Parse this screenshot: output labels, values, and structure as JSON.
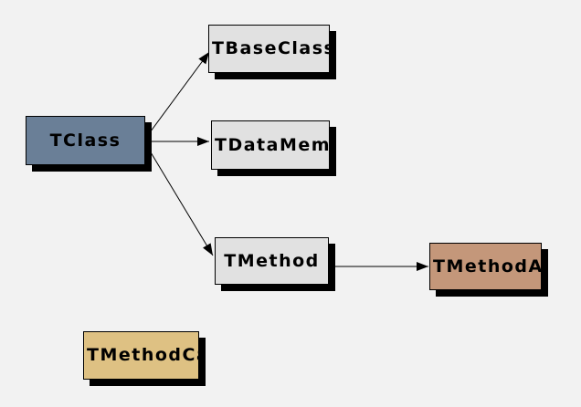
{
  "colors": {
    "background": "#f2f2f2",
    "line": "#000000",
    "text": "#000000",
    "shadow": "#000000",
    "tclass_fill": "#6a7f97",
    "gray_fill": "#e1e1e1",
    "tmethodarg_fill": "#c4977a",
    "tmethodcall_fill": "#dec183"
  },
  "nodes": {
    "tclass": {
      "label": "TClass",
      "fill": "#6a7f97"
    },
    "tbaseclass": {
      "label": "TBaseClass",
      "fill": "#e1e1e1"
    },
    "tdatamember": {
      "label": "TDataMember",
      "fill": "#e1e1e1"
    },
    "tmethod": {
      "label": "TMethod",
      "fill": "#e1e1e1"
    },
    "tmethodarg": {
      "label": "TMethodArg",
      "fill": "#c4977a"
    },
    "tmethodcall": {
      "label": "TMethodCall",
      "fill": "#dec183"
    }
  },
  "edges": [
    {
      "from": "TClass",
      "to": "TBaseClass"
    },
    {
      "from": "TClass",
      "to": "TDataMember"
    },
    {
      "from": "TClass",
      "to": "TMethod"
    },
    {
      "from": "TMethod",
      "to": "TMethodArg"
    }
  ]
}
